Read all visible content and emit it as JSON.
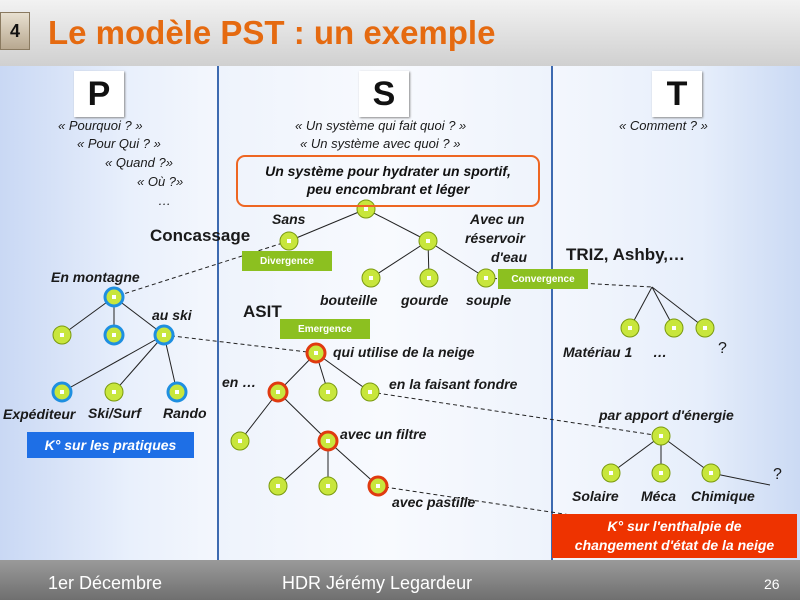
{
  "slide_number": "4",
  "title": "Le modèle PST : un exemple",
  "columns": {
    "p": {
      "letter": "P",
      "questions": [
        "« Pourquoi ? »",
        "« Pour Qui ? »",
        "« Quand ?»",
        "« Où ?»",
        "…"
      ],
      "method": "Concassage",
      "badge": "Divergence",
      "tree": {
        "root": "En montagne",
        "branch": "au ski",
        "leaves": [
          "Expéditeur",
          "Ski/Surf",
          "Rando"
        ]
      },
      "knowledge_box": "K° sur les pratiques"
    },
    "s": {
      "letter": "S",
      "questions": [
        "« Un système qui fait quoi ? »",
        "« Un système avec quoi ? »"
      ],
      "goal": [
        "Un système pour hydrater un sportif,",
        "peu encombrant et léger"
      ],
      "branch_left": "Sans",
      "branch_right": [
        "Avec un",
        "réservoir",
        "d'eau"
      ],
      "leaves": [
        "bouteille",
        "gourde",
        "souple"
      ],
      "method": "ASIT",
      "badge": "Emergence",
      "tree2": {
        "root": "qui utilise de la neige",
        "left": "en …",
        "right": "en la faisant fondre",
        "filter": "avec un filtre",
        "pastille": "avec pastille"
      }
    },
    "t": {
      "letter": "T",
      "questions": [
        "« Comment ? »"
      ],
      "method": "TRIZ, Ashby,…",
      "badge": "Convergence",
      "tree1": {
        "labels": [
          "Matériau 1",
          "…",
          "?"
        ]
      },
      "tree2": {
        "root": "par apport d'énergie",
        "leaves": [
          "Solaire",
          "Méca",
          "Chimique"
        ],
        "question": "?"
      },
      "knowledge_box": [
        "K° sur l'enthalpie de",
        "changement d'état de la neige"
      ]
    }
  },
  "footer": {
    "date": "1er Décembre",
    "author": "HDR Jérémy Legardeur",
    "page": "26"
  },
  "colors": {
    "title": "#e56a10",
    "node_fill": "#c8e63c",
    "node_blue_ring": "#1e8fe0",
    "node_red_ring": "#e03a10",
    "badge_green": "#8cc020",
    "blue_box": "#1e6fe6",
    "red_box": "#ee3300",
    "divider": "#3e6ab0"
  }
}
